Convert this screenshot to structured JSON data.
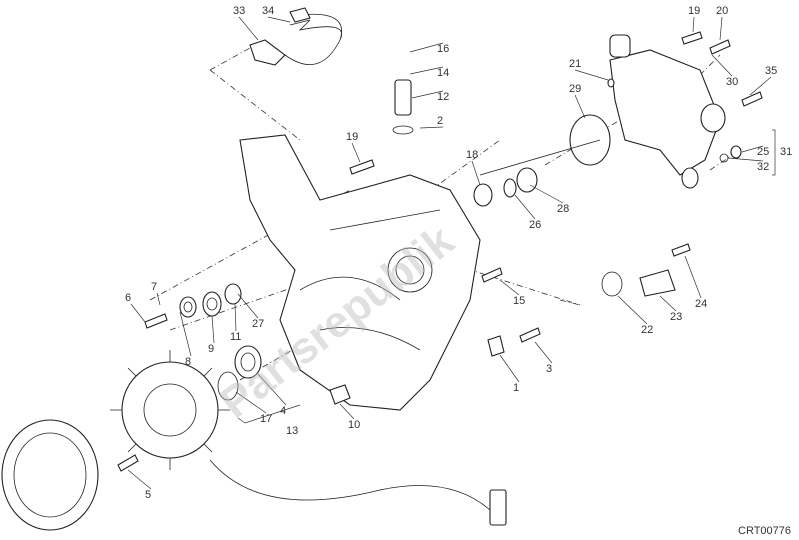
{
  "diagram": {
    "labels": [
      "33",
      "34",
      "16",
      "14",
      "12",
      "2",
      "19",
      "18",
      "26",
      "28",
      "29",
      "21",
      "19",
      "20",
      "30",
      "35",
      "25",
      "31",
      "32",
      "7",
      "6",
      "8",
      "9",
      "11",
      "27",
      "15",
      "24",
      "22",
      "23",
      "3",
      "1",
      "17",
      "4",
      "13",
      "10",
      "5"
    ],
    "drawing_code": "CRT00776",
    "watermark": "Partsrepublik"
  }
}
